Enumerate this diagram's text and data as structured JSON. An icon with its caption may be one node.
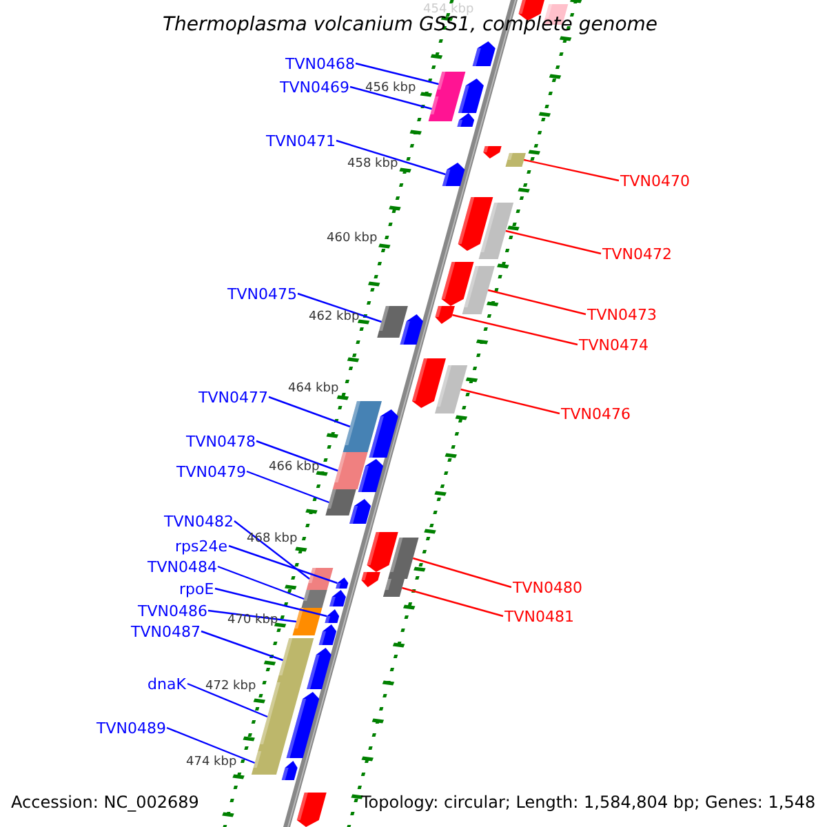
{
  "diagram": {
    "title": "Thermoplasma volcanium GSS1, complete genome",
    "nodes": [
      {
        "text": [
          "TVN0468"
        ]
      },
      {
        "text": [
          "TVN0469"
        ]
      },
      {
        "text": [
          "TVN0471"
        ]
      },
      {
        "text": [
          "TVN0470"
        ]
      },
      {
        "text": [
          "TVN0472"
        ]
      },
      {
        "text": [
          "TVN0475"
        ]
      },
      {
        "text": [
          "TVN0473"
        ]
      },
      {
        "text": [
          "TVN0474"
        ]
      },
      {
        "text": [
          "TVN0477"
        ]
      },
      {
        "text": [
          "TVN0476"
        ]
      },
      {
        "text": [
          "TVN0478"
        ]
      },
      {
        "text": [
          "TVN0479"
        ]
      },
      {
        "text": [
          "TVN0482"
        ]
      },
      {
        "text": [
          "rps24e"
        ]
      },
      {
        "text": [
          "TVN0484"
        ]
      },
      {
        "text": [
          "rpoE"
        ]
      },
      {
        "text": [
          "TVN0480"
        ]
      },
      {
        "text": [
          "TVN0486"
        ]
      },
      {
        "text": [
          "TVN0481"
        ]
      },
      {
        "text": [
          "TVN0487"
        ]
      },
      {
        "text": [
          "dnaK"
        ]
      },
      {
        "text": [
          "TVN0489"
        ]
      },
      {
        "text": [],
        "shape": "arrow"
      },
      {
        "text": [],
        "shape": "bar"
      },
      {
        "text": [],
        "shape": "arrow"
      },
      {
        "text": [],
        "shape": "bar"
      },
      {
        "text": [],
        "shape": "arrow"
      },
      {
        "text": [],
        "shape": "bar"
      },
      {
        "text": [],
        "shape": "arrow"
      },
      {
        "text": [],
        "shape": "arrow"
      },
      {
        "text": [],
        "shape": "bar"
      },
      {
        "text": [],
        "shape": "arrow"
      },
      {
        "text": [],
        "shape": "arrow"
      },
      {
        "text": [],
        "shape": "bar"
      },
      {
        "text": [],
        "shape": "arrow"
      },
      {
        "text": [],
        "shape": "bar"
      },
      {
        "text": [],
        "shape": "bar"
      },
      {
        "text": [],
        "shape": "arrow"
      },
      {
        "text": [],
        "shape": "arrow"
      },
      {
        "text": [],
        "shape": "arrow"
      },
      {
        "text": [],
        "shape": "bar"
      },
      {
        "text": [],
        "shape": "bar"
      },
      {
        "text": [],
        "shape": "arrow"
      },
      {
        "text": [],
        "shape": "bar"
      },
      {
        "text": [],
        "shape": "arrow"
      },
      {
        "text": [],
        "shape": "bar"
      },
      {
        "text": [],
        "shape": "arrow"
      },
      {
        "text": [],
        "shape": "arrow"
      },
      {
        "text": [],
        "shape": "bar"
      },
      {
        "text": [],
        "shape": "bar"
      },
      {
        "text": [],
        "shape": "arrow"
      },
      {
        "text": [],
        "shape": "arrow"
      },
      {
        "text": [],
        "shape": "bar"
      },
      {
        "text": [],
        "shape": "bar"
      },
      {
        "text": [],
        "shape": "arrow"
      },
      {
        "text": [],
        "shape": "bar"
      },
      {
        "text": [],
        "shape": "arrow"
      },
      {
        "text": [],
        "shape": "arrow"
      },
      {
        "text": [],
        "shape": "bar"
      },
      {
        "text": [],
        "shape": "arrow"
      },
      {
        "text": [],
        "shape": "bar"
      },
      {
        "text": [],
        "shape": "arrow"
      },
      {
        "text": [],
        "shape": "bar"
      },
      {
        "text": [],
        "shape": "arrow"
      },
      {
        "text": [],
        "shape": "arrow"
      }
    ],
    "edges": [
      {
        "from": 0,
        "to": 25,
        "arrow": "none"
      },
      {
        "from": 1,
        "to": 27,
        "arrow": "none"
      },
      {
        "from": 2,
        "to": 31,
        "arrow": "none"
      },
      {
        "from": 3,
        "to": 30,
        "arrow": "none",
        "color": "#ff0000"
      },
      {
        "from": 4,
        "to": 33,
        "arrow": "none",
        "color": "#ff0000"
      },
      {
        "from": 5,
        "to": 36,
        "arrow": "none"
      },
      {
        "from": 6,
        "to": 35,
        "arrow": "none",
        "color": "#ff0000"
      },
      {
        "from": 7,
        "to": 37,
        "arrow": "none",
        "color": "#ff0000"
      },
      {
        "from": 8,
        "to": 41,
        "arrow": "none"
      },
      {
        "from": 9,
        "to": 40,
        "arrow": "none",
        "color": "#ff0000"
      },
      {
        "from": 10,
        "to": 43,
        "arrow": "none"
      },
      {
        "from": 11,
        "to": 45,
        "arrow": "none"
      },
      {
        "from": 12,
        "to": 49,
        "arrow": "none"
      },
      {
        "from": 13,
        "to": 51,
        "arrow": "none"
      },
      {
        "from": 14,
        "to": 53,
        "arrow": "none"
      },
      {
        "from": 15,
        "to": 56,
        "arrow": "none"
      },
      {
        "from": 16,
        "to": 48,
        "arrow": "none",
        "color": "#ff0000"
      },
      {
        "from": 17,
        "to": 55,
        "arrow": "none"
      },
      {
        "from": 18,
        "to": 52,
        "arrow": "none",
        "color": "#ff0000"
      },
      {
        "from": 19,
        "to": 58,
        "arrow": "none"
      },
      {
        "from": 20,
        "to": 60,
        "arrow": "none"
      },
      {
        "from": 21,
        "to": 62,
        "arrow": "none"
      }
    ],
    "labels": [
      "454 kbp",
      "456 kbp",
      "458 kbp",
      "460 kbp",
      "462 kbp",
      "464 kbp",
      "466 kbp",
      "468 kbp",
      "470 kbp",
      "472 kbp",
      "474 kbp",
      "Accession: NC_002689",
      "Topology: circular; Length: 1,584,804 bp; Genes: 1,548"
    ]
  }
}
